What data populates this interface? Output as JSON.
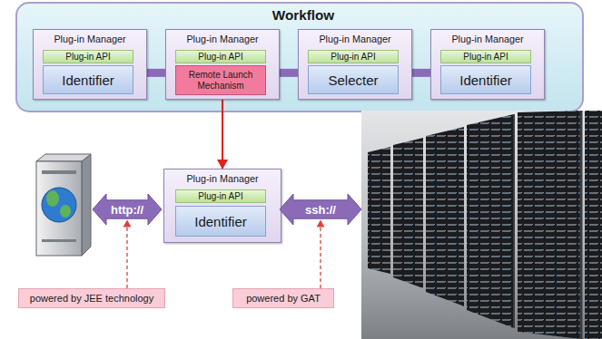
{
  "diagram": {
    "nodes": [
      {
        "text": [
          "Workflow"
        ]
      },
      {
        "text": [
          "Plug-in Manager"
        ],
        "in": 0
      },
      {
        "text": [
          "Plug-in API"
        ],
        "in": 1
      },
      {
        "text": [
          "Identifier"
        ],
        "in": 1
      },
      {
        "text": [
          "Plug-in Manager"
        ],
        "in": 0
      },
      {
        "text": [
          "Plug-in API"
        ],
        "in": 4
      },
      {
        "text": [
          "Remote Launch Mechanism"
        ],
        "in": 4
      },
      {
        "text": [
          "Plug-in Manager"
        ],
        "in": 0
      },
      {
        "text": [
          "Plug-in API"
        ],
        "in": 7
      },
      {
        "text": [
          "Selecter"
        ],
        "in": 7
      },
      {
        "text": [
          "Plug-in Manager"
        ],
        "in": 0
      },
      {
        "text": [
          "Plug-in API"
        ],
        "in": 10
      },
      {
        "text": [
          "Identifier"
        ],
        "in": 10
      },
      {
        "text": [
          "http://"
        ]
      },
      {
        "text": [
          "Plug-in Manager"
        ]
      },
      {
        "text": [
          "Plug-in API"
        ],
        "in": 14
      },
      {
        "text": [
          "Identifier"
        ],
        "in": 14
      },
      {
        "text": [
          "ssh://"
        ]
      },
      {
        "text": [
          "powered by JEE technology"
        ]
      },
      {
        "text": [
          "powered by GAT"
        ]
      }
    ],
    "edges": [
      {
        "from": 1,
        "to": 4,
        "arrow": "none"
      },
      {
        "from": 4,
        "to": 7,
        "arrow": "none"
      },
      {
        "from": 7,
        "to": 10,
        "arrow": "none"
      },
      {
        "from": 4,
        "to": 14,
        "arrow": "to"
      },
      {
        "from": 18,
        "to": 13,
        "arrow": "to"
      },
      {
        "from": 19,
        "to": 17,
        "arrow": "to"
      }
    ]
  }
}
